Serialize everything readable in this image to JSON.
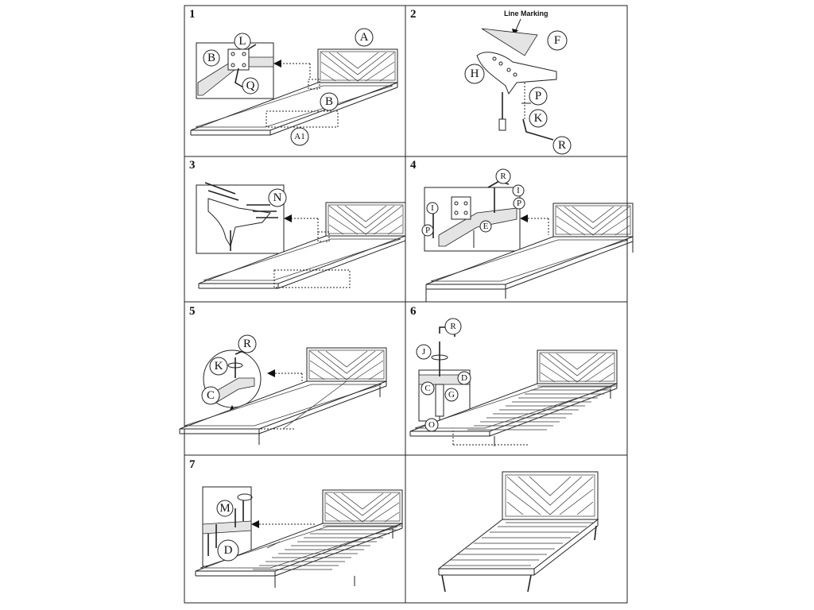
{
  "document": {
    "type": "assembly-instructions",
    "steps": [
      {
        "number": "1",
        "labels": [
          "A",
          "B",
          "L",
          "B",
          "Q",
          "A1"
        ]
      },
      {
        "number": "2",
        "labels": [
          "F",
          "H",
          "P",
          "K",
          "R"
        ],
        "caption": "Line Marking"
      },
      {
        "number": "3",
        "labels": [
          "N"
        ]
      },
      {
        "number": "4",
        "labels": [
          "R",
          "I",
          "P",
          "I",
          "P",
          "E"
        ]
      },
      {
        "number": "5",
        "labels": [
          "R",
          "K",
          "C"
        ]
      },
      {
        "number": "6",
        "labels": [
          "R",
          "J",
          "D",
          "C",
          "G",
          "O"
        ]
      },
      {
        "number": "7",
        "labels": [
          "M",
          "D"
        ]
      },
      {
        "number": "",
        "labels": []
      }
    ]
  }
}
